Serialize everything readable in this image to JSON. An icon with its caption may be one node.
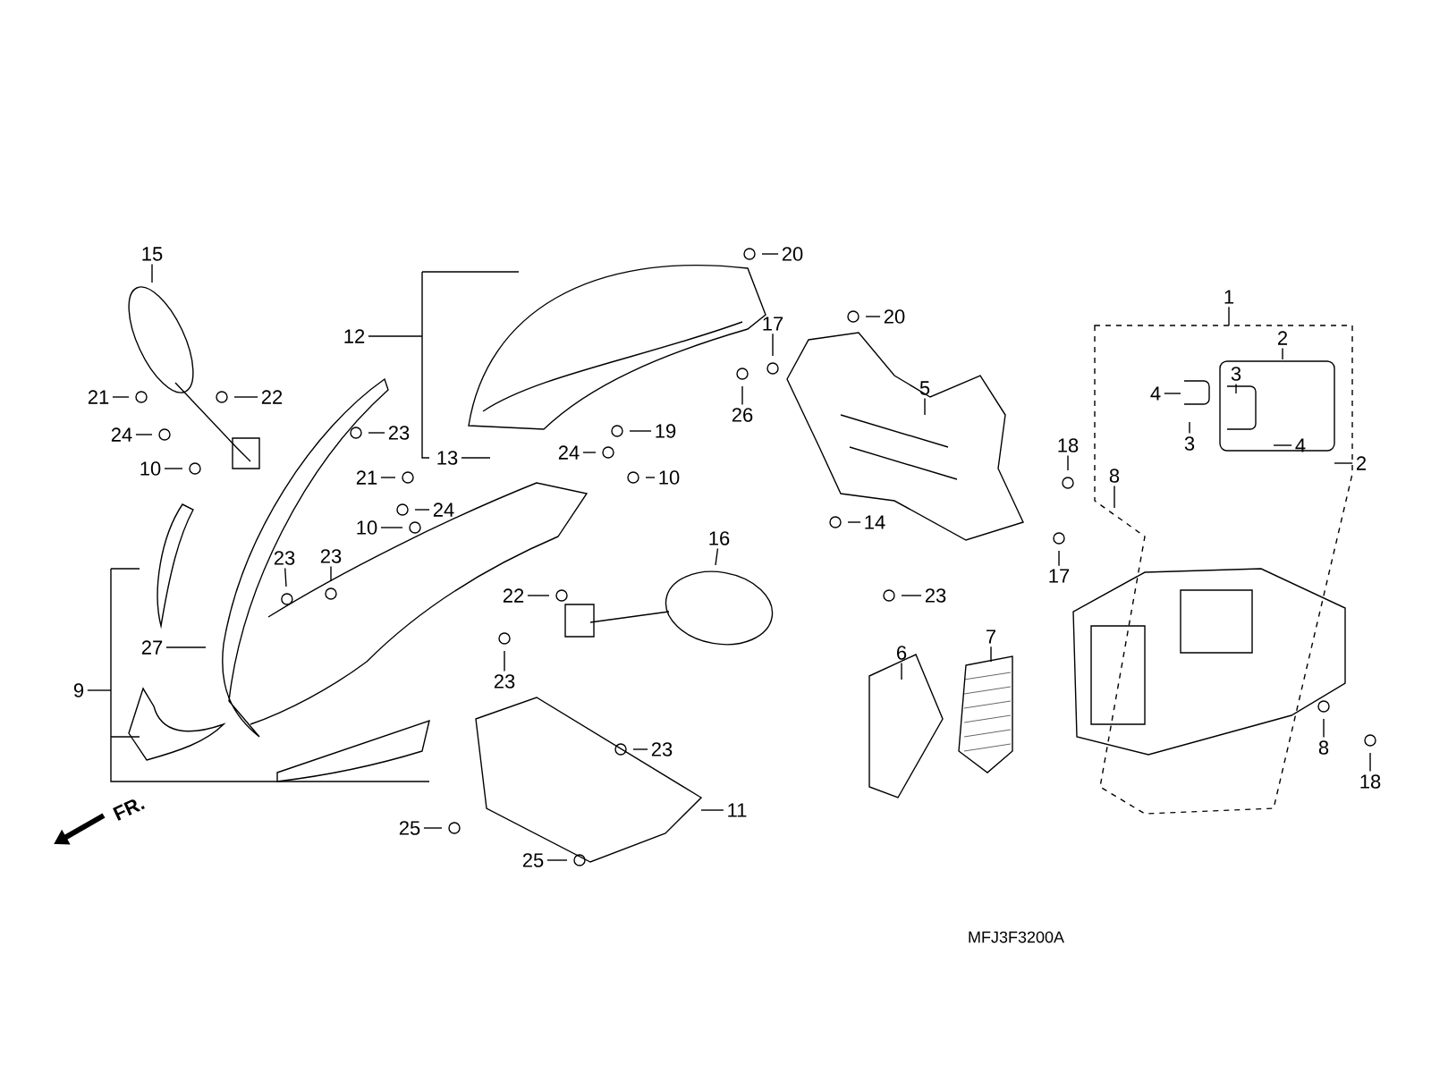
{
  "diagram": {
    "nodes": [
      {
        "text": [
          "15"
        ]
      },
      {
        "text": [
          "21"
        ]
      },
      {
        "text": [
          "22"
        ]
      },
      {
        "text": [
          "24"
        ]
      },
      {
        "text": [
          "10"
        ]
      },
      {
        "text": [
          "12"
        ]
      },
      {
        "text": [
          "23"
        ]
      },
      {
        "text": [
          "13"
        ]
      },
      {
        "text": [
          "21"
        ]
      },
      {
        "text": [
          "24"
        ]
      },
      {
        "text": [
          "10"
        ]
      },
      {
        "text": [
          "23"
        ]
      },
      {
        "text": [
          "23"
        ]
      },
      {
        "text": [
          "27"
        ]
      },
      {
        "text": [
          "9"
        ]
      },
      {
        "text": [
          "19"
        ]
      },
      {
        "text": [
          "24"
        ]
      },
      {
        "text": [
          "10"
        ]
      },
      {
        "text": [
          "22"
        ]
      },
      {
        "text": [
          "16"
        ]
      },
      {
        "text": [
          "23"
        ]
      },
      {
        "text": [
          "23"
        ]
      },
      {
        "text": [
          "11"
        ]
      },
      {
        "text": [
          "25"
        ]
      },
      {
        "text": [
          "25"
        ]
      },
      {
        "text": [
          "20"
        ]
      },
      {
        "text": [
          "17"
        ]
      },
      {
        "text": [
          "20"
        ]
      },
      {
        "text": [
          "26"
        ]
      },
      {
        "text": [
          "5"
        ]
      },
      {
        "text": [
          "14"
        ]
      },
      {
        "text": [
          "23"
        ]
      },
      {
        "text": [
          "1"
        ]
      },
      {
        "text": [
          "2"
        ]
      },
      {
        "text": [
          "3"
        ]
      },
      {
        "text": [
          "4"
        ]
      },
      {
        "text": [
          "3"
        ]
      },
      {
        "text": [
          "4"
        ]
      },
      {
        "text": [
          "2"
        ]
      },
      {
        "text": [
          "18"
        ]
      },
      {
        "text": [
          "8"
        ]
      },
      {
        "text": [
          "17"
        ]
      },
      {
        "text": [
          "6"
        ]
      },
      {
        "text": [
          "7"
        ]
      },
      {
        "text": [
          "8"
        ]
      },
      {
        "text": [
          "18"
        ]
      }
    ],
    "edges": [
      {
        "from": 0,
        "to": null,
        "arrow": "none"
      },
      {
        "from": 1,
        "to": null,
        "arrow": "none"
      },
      {
        "from": 2,
        "to": null,
        "arrow": "none"
      },
      {
        "from": 3,
        "to": null,
        "arrow": "none"
      },
      {
        "from": 4,
        "to": null,
        "arrow": "none"
      },
      {
        "from": 5,
        "to": null,
        "arrow": "none"
      },
      {
        "from": 6,
        "to": null,
        "arrow": "none"
      },
      {
        "from": 7,
        "to": null,
        "arrow": "none"
      },
      {
        "from": 8,
        "to": null,
        "arrow": "none"
      },
      {
        "from": 9,
        "to": null,
        "arrow": "none"
      },
      {
        "from": 10,
        "to": null,
        "arrow": "none"
      },
      {
        "from": 11,
        "to": null,
        "arrow": "none"
      },
      {
        "from": 12,
        "to": null,
        "arrow": "none"
      },
      {
        "from": 13,
        "to": null,
        "arrow": "none"
      },
      {
        "from": 14,
        "to": null,
        "arrow": "none"
      },
      {
        "from": 15,
        "to": null,
        "arrow": "none"
      },
      {
        "from": 16,
        "to": null,
        "arrow": "none"
      },
      {
        "from": 17,
        "to": null,
        "arrow": "none"
      },
      {
        "from": 18,
        "to": null,
        "arrow": "none"
      },
      {
        "from": 19,
        "to": null,
        "arrow": "none"
      },
      {
        "from": 20,
        "to": null,
        "arrow": "none"
      },
      {
        "from": 21,
        "to": null,
        "arrow": "none"
      },
      {
        "from": 22,
        "to": null,
        "arrow": "none"
      },
      {
        "from": 23,
        "to": null,
        "arrow": "none"
      },
      {
        "from": 24,
        "to": null,
        "arrow": "none"
      },
      {
        "from": 25,
        "to": null,
        "arrow": "none"
      },
      {
        "from": 26,
        "to": null,
        "arrow": "none"
      },
      {
        "from": 27,
        "to": null,
        "arrow": "none"
      },
      {
        "from": 28,
        "to": null,
        "arrow": "none"
      },
      {
        "from": 29,
        "to": null,
        "arrow": "none"
      },
      {
        "from": 30,
        "to": null,
        "arrow": "none"
      },
      {
        "from": 31,
        "to": null,
        "arrow": "none"
      },
      {
        "from": 32,
        "to": null,
        "arrow": "none"
      },
      {
        "from": 33,
        "to": null,
        "arrow": "none"
      },
      {
        "from": 34,
        "to": null,
        "arrow": "none"
      },
      {
        "from": 35,
        "to": null,
        "arrow": "none"
      },
      {
        "from": 36,
        "to": null,
        "arrow": "none"
      },
      {
        "from": 37,
        "to": null,
        "arrow": "none"
      },
      {
        "from": 38,
        "to": null,
        "arrow": "none"
      },
      {
        "from": 39,
        "to": null,
        "arrow": "none"
      },
      {
        "from": 40,
        "to": null,
        "arrow": "none"
      },
      {
        "from": 41,
        "to": null,
        "arrow": "none"
      },
      {
        "from": 42,
        "to": null,
        "arrow": "none"
      },
      {
        "from": 43,
        "to": null,
        "arrow": "none"
      },
      {
        "from": 44,
        "to": null,
        "arrow": "none"
      },
      {
        "from": 45,
        "to": null,
        "arrow": "none"
      }
    ],
    "labels": [
      "FR.",
      "MFJ3F3200A"
    ]
  }
}
